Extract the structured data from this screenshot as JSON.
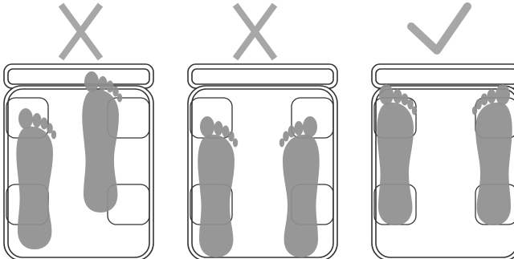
{
  "panels": [
    {
      "id": "left",
      "verdict": "incorrect",
      "mark_icon": "x-mark-icon"
    },
    {
      "id": "middle",
      "verdict": "incorrect",
      "mark_icon": "x-mark-icon"
    },
    {
      "id": "right",
      "verdict": "correct",
      "mark_icon": "checkmark-icon"
    }
  ],
  "colors": {
    "foot": "#8f8f8f",
    "mark": "#a7a7a7",
    "outline": "#333333",
    "background": "#ffffff"
  }
}
